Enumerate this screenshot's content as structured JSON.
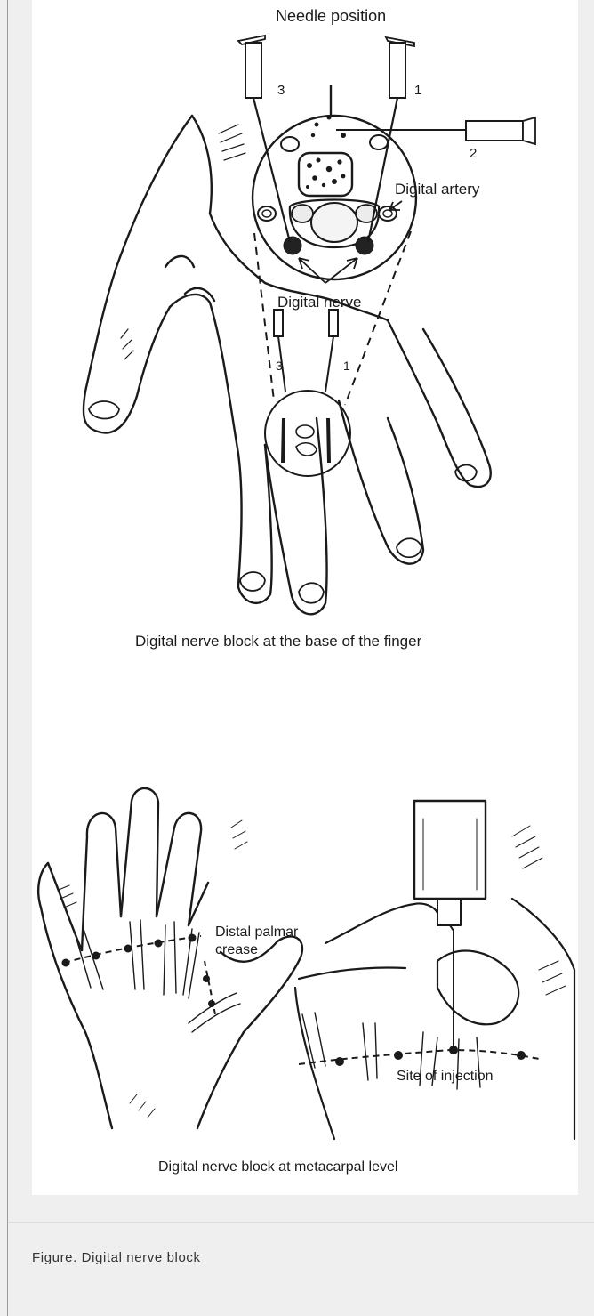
{
  "figure": {
    "top_illustration": {
      "needle_position_label": "Needle position",
      "needle_numbers": [
        "1",
        "2",
        "3"
      ],
      "small_needle_numbers": [
        "3",
        "1"
      ],
      "digital_artery_label": "Digital artery",
      "digital_nerve_label": "Digital nerve",
      "caption": "Digital nerve block at the base of the finger"
    },
    "bottom_illustration": {
      "distal_palmar_crease_label_line1": "Distal palmar",
      "distal_palmar_crease_label_line2": "crease",
      "site_of_injection_label": "Site of injection",
      "caption": "Digital nerve block at metacarpal level"
    }
  },
  "caption": "Figure. Digital nerve block"
}
